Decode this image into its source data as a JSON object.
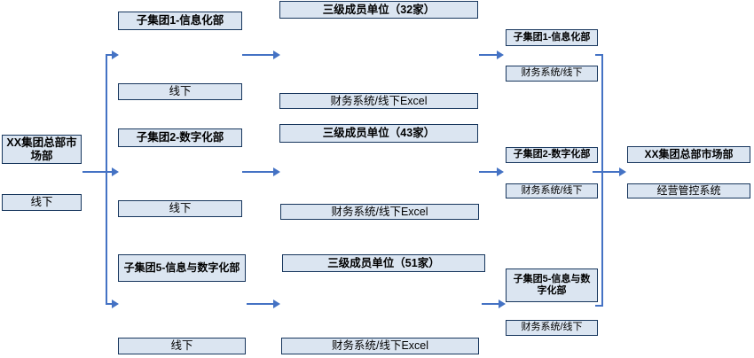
{
  "colors": {
    "box_fill": "#dbe5f1",
    "box_border": "#17365d",
    "arrow": "#4472c4",
    "background": "#ffffff"
  },
  "diagram": {
    "left": {
      "dept": "XX集团总部市场部",
      "channel": "线下"
    },
    "subgroups_send": [
      {
        "name": "子集团1-信息化部",
        "channel": "线下"
      },
      {
        "name": "子集团2-数字化部",
        "channel": "线下"
      },
      {
        "name": "子集团5-信息与数字化部",
        "channel": "线下"
      }
    ],
    "members": [
      {
        "name": "三级成员单位（32家）",
        "channel": "财务系统/线下Excel"
      },
      {
        "name": "三级成员单位（43家）",
        "channel": "财务系统/线下Excel"
      },
      {
        "name": "三级成员单位（51家）",
        "channel": "财务系统/线下Excel"
      }
    ],
    "subgroups_receive": [
      {
        "name": "子集团1-信息化部",
        "channel": "财务系统/线下"
      },
      {
        "name": "子集团2-数字化部",
        "channel": "财务系统/线下"
      },
      {
        "name": "子集团5-信息与数字化部",
        "channel": "财务系统/线下"
      }
    ],
    "right": {
      "dept": "XX集团总部市场部",
      "system": "经营管控系统"
    }
  }
}
